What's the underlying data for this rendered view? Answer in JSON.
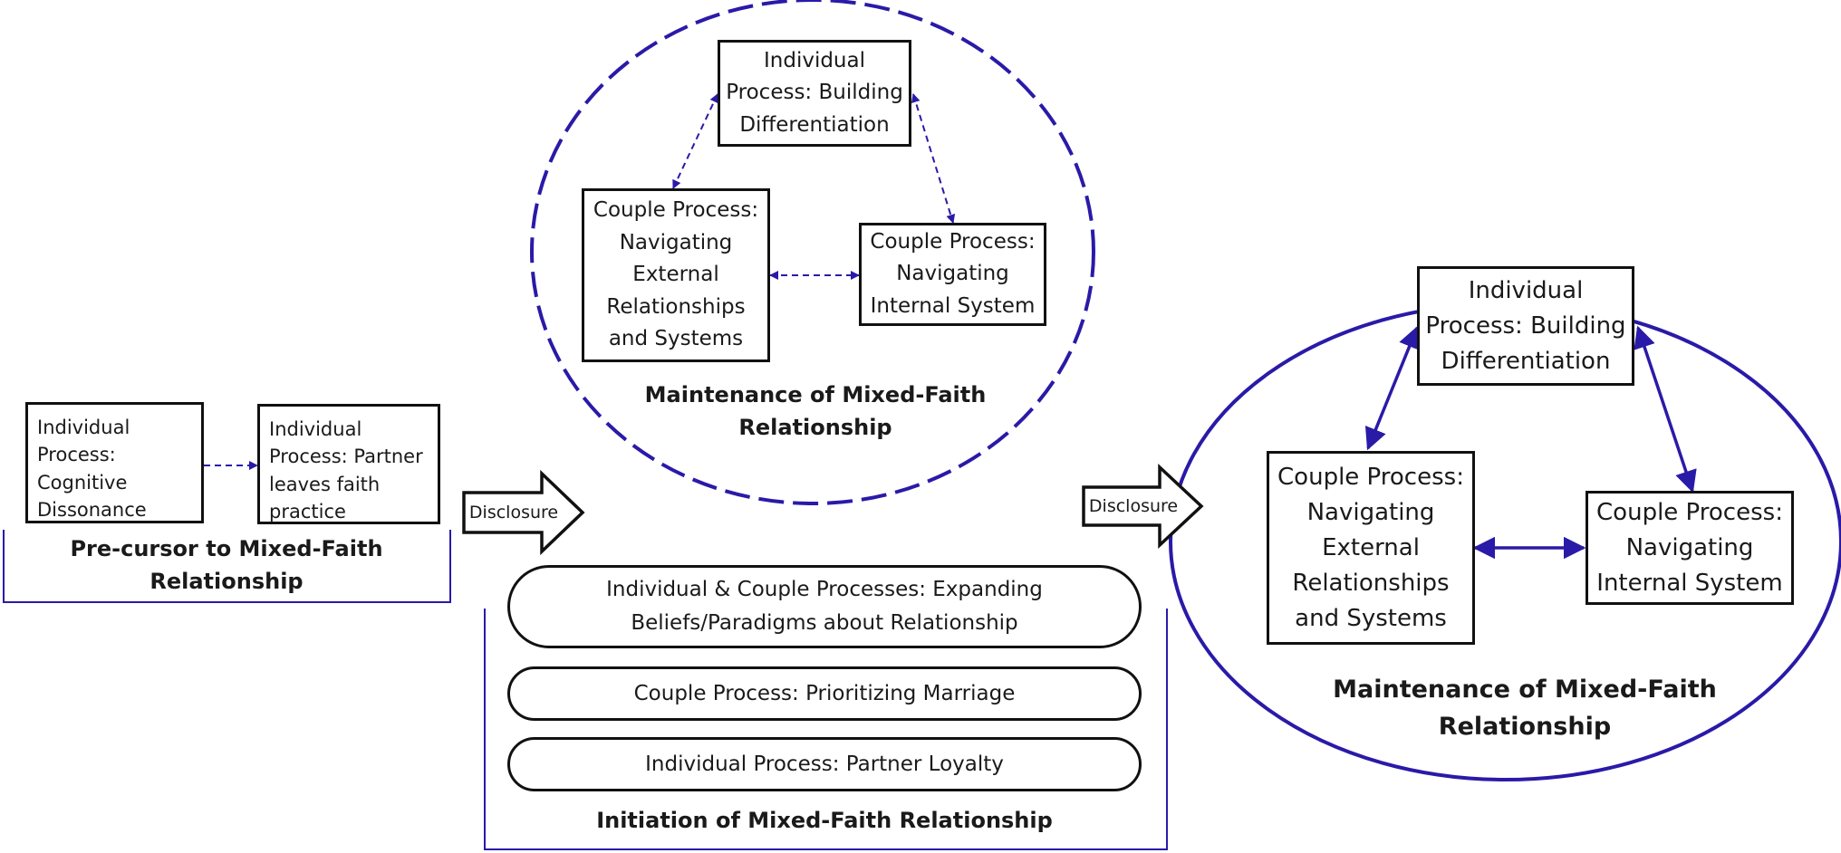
{
  "precursor": {
    "box1": "Individual Process: Cognitive Dissonance",
    "box2": "Individual Process: Partner leaves faith practice",
    "caption": "Pre-cursor to Mixed-Faith Relationship"
  },
  "disclosure_arrows": [
    "Disclosure",
    "Disclosure"
  ],
  "maintenance_dashed": {
    "top": "Individual Process: Building Differentiation",
    "left": "Couple Process: Navigating External Relationships and Systems",
    "right": "Couple Process: Navigating Internal System",
    "caption": "Maintenance of Mixed-Faith Relationship"
  },
  "initiation": {
    "pills": [
      "Individual  & Couple Processes: Expanding Beliefs/Paradigms about Relationship",
      "Couple Process: Prioritizing Marriage",
      "Individual Process: Partner Loyalty"
    ],
    "caption": "Initiation of Mixed-Faith Relationship"
  },
  "maintenance_solid": {
    "top": "Individual Process: Building Differentiation",
    "left": "Couple Process: Navigating External Relationships and Systems",
    "right": "Couple Process: Navigating Internal System",
    "caption": "Maintenance of Mixed-Faith Relationship"
  },
  "colors": {
    "accent": "#2a1aa8",
    "stroke": "#111111"
  }
}
